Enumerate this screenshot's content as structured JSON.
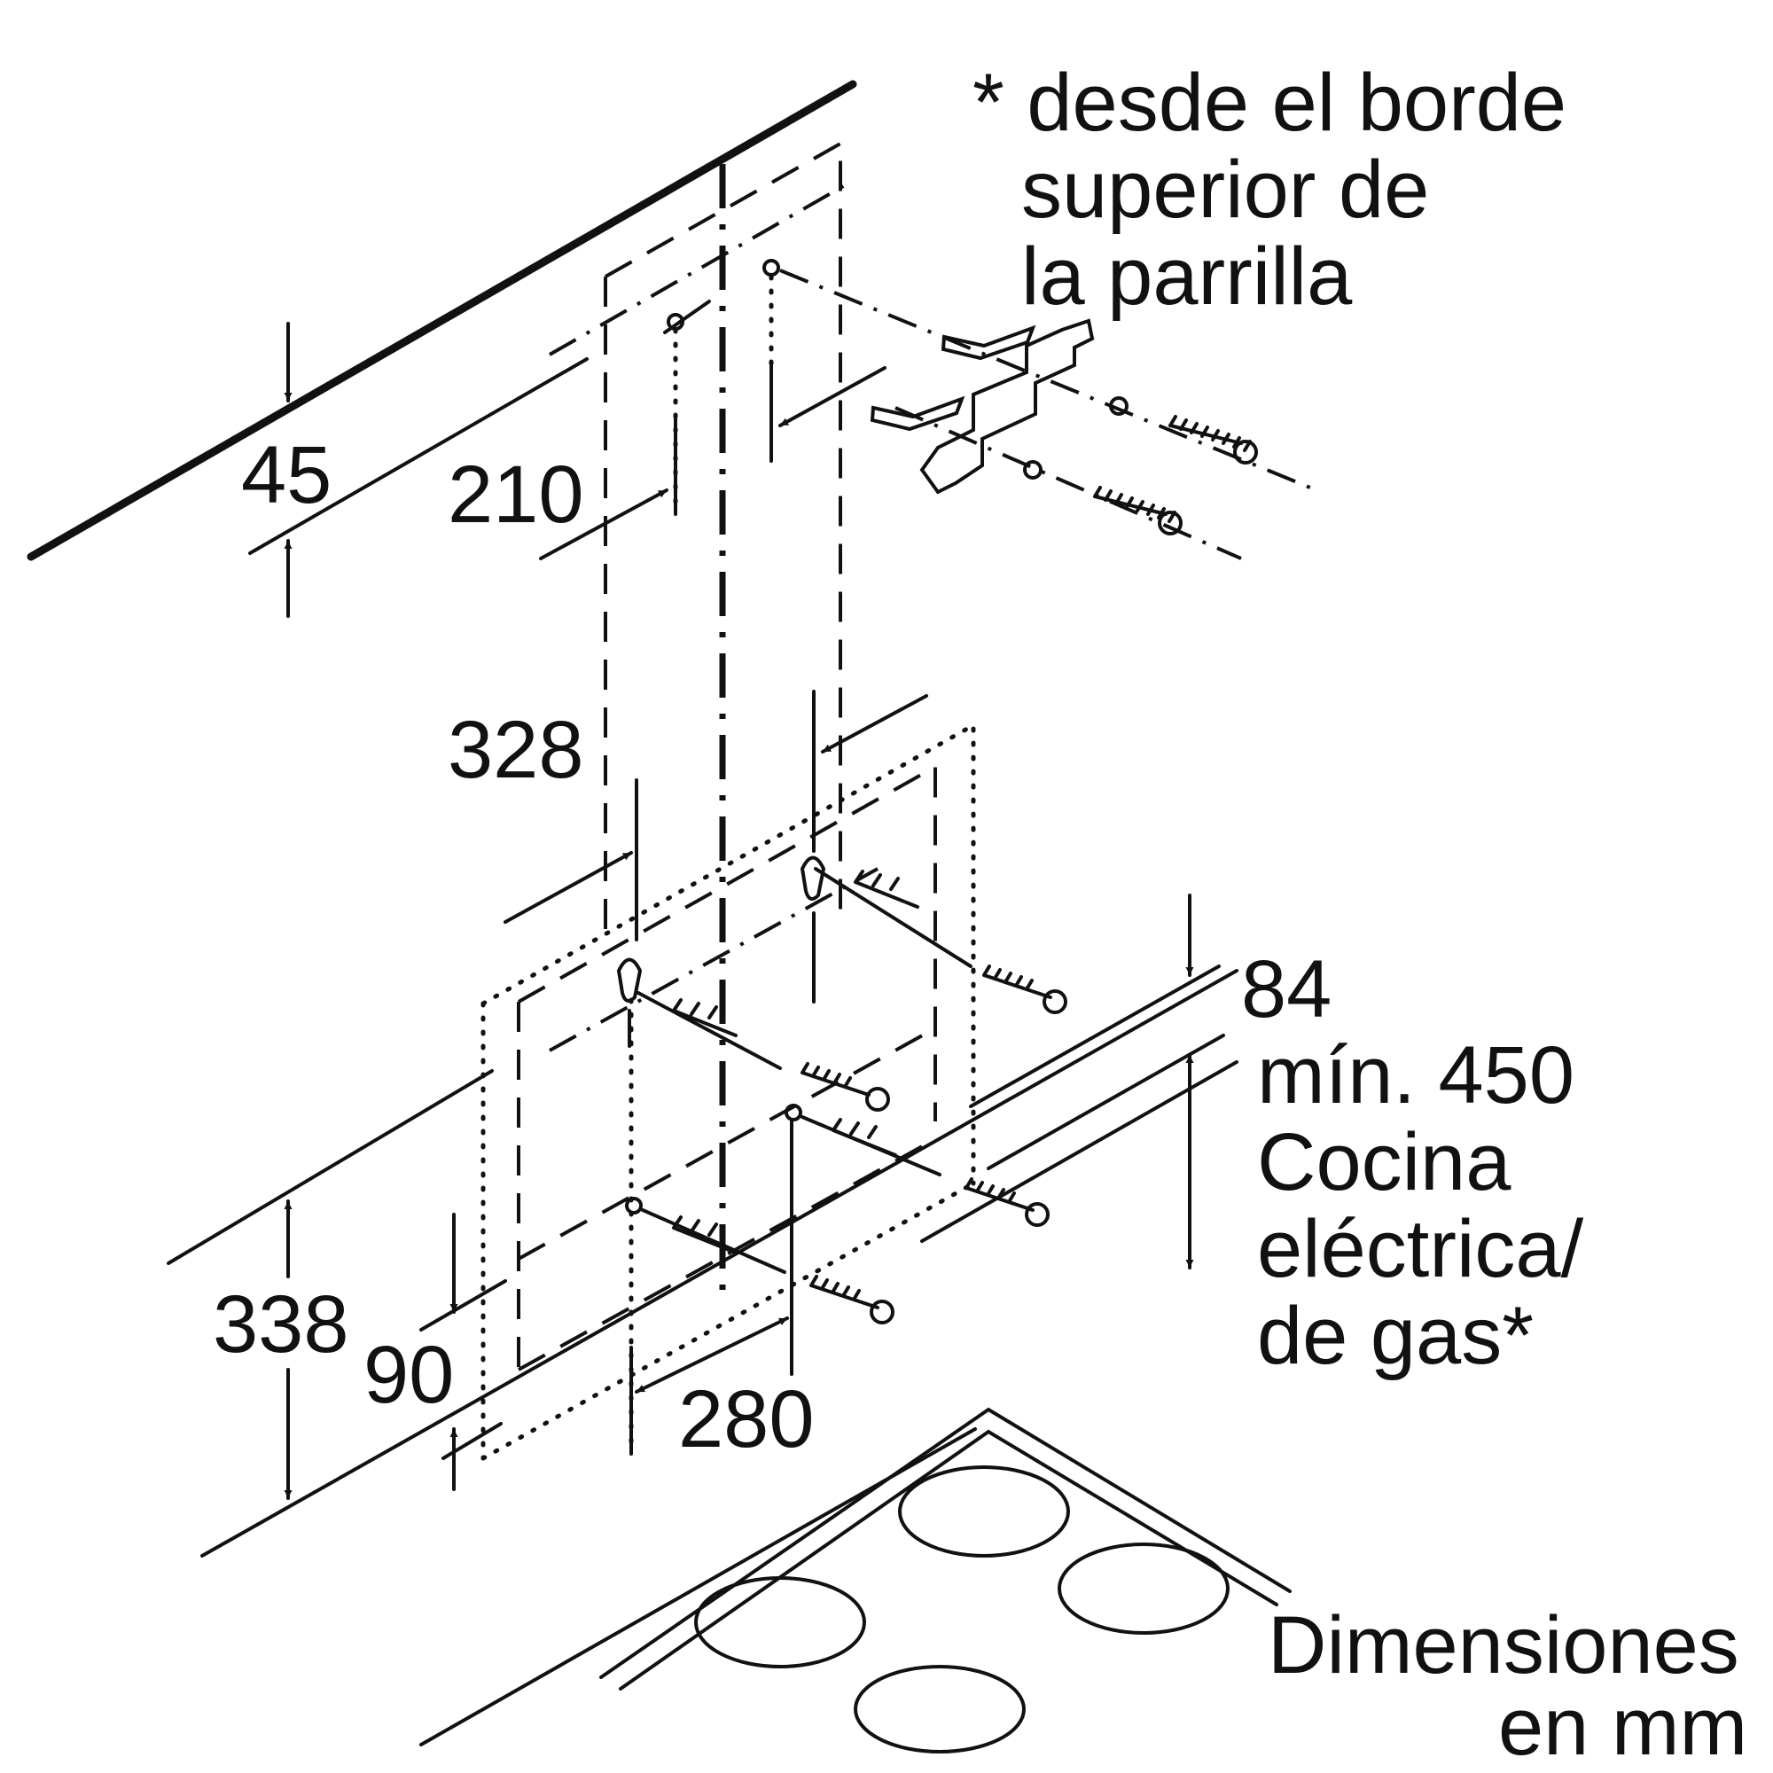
{
  "labels": {
    "note_line1": "* desde el borde",
    "note_line2": "superior de",
    "note_line3": "la parrilla",
    "dim_45": "45",
    "dim_210": "210",
    "dim_328": "328",
    "dim_84": "84",
    "min_450": "mín. 450",
    "cooktop_line1": "Cocina",
    "cooktop_line2": "eléctrica/",
    "cooktop_line3": "de gas*",
    "dim_338": "338",
    "dim_90": "90",
    "dim_280": "280",
    "units_line1": "Dimensiones",
    "units_line2": "en mm"
  },
  "colors": {
    "ink": "#111111",
    "background": "#ffffff"
  }
}
